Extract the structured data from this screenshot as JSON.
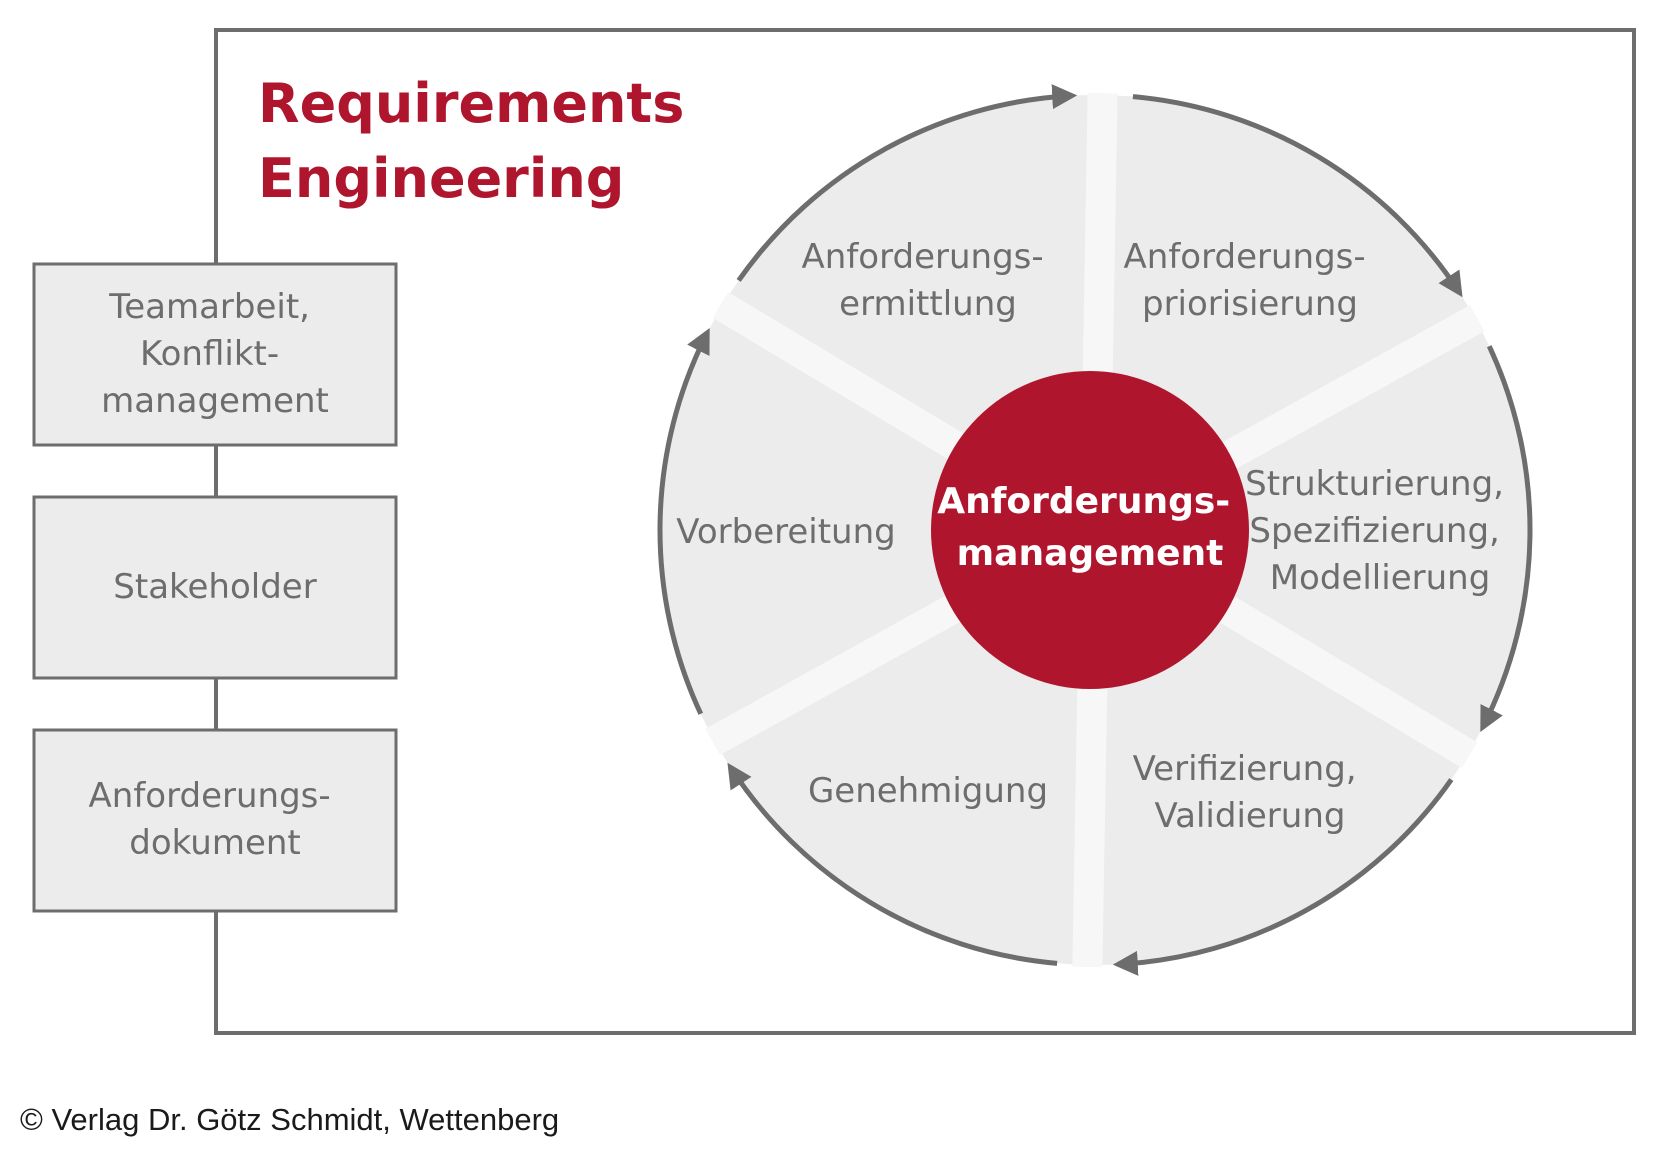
{
  "title": {
    "line1": "Requirements",
    "line2": "Engineering"
  },
  "center": {
    "line1": "Anforderungs-",
    "line2": "management"
  },
  "segments": [
    {
      "lines": [
        "Anforderungs-",
        "ermittlung"
      ]
    },
    {
      "lines": [
        "Anforderungs-",
        "priorisierung"
      ]
    },
    {
      "lines": [
        "Strukturierung,",
        "Spezifizierung,",
        "Modellierung"
      ]
    },
    {
      "lines": [
        "Verifizierung,",
        "Validierung"
      ]
    },
    {
      "lines": [
        "Genehmigung"
      ]
    },
    {
      "lines": [
        "Vorbereitung"
      ]
    }
  ],
  "side_boxes": [
    {
      "lines": [
        "Teamarbeit,",
        "Konflikt-",
        "management"
      ]
    },
    {
      "lines": [
        "Stakeholder"
      ]
    },
    {
      "lines": [
        "Anforderungs-",
        "dokument"
      ]
    }
  ],
  "copyright": "© Verlag Dr. Götz Schmidt, Wettenberg",
  "colors": {
    "accent": "#b0152e",
    "box_fill": "#ececec",
    "stroke": "#6d6d6d",
    "text": "#6d6d6d"
  }
}
